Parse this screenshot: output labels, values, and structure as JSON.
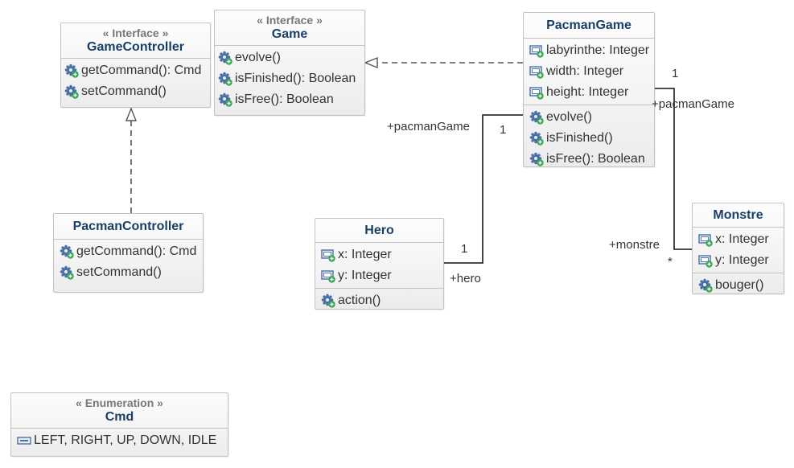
{
  "classes": {
    "game_controller": {
      "stereotype": "« Interface »",
      "name": "GameController",
      "operations": [
        "getCommand(): Cmd",
        "setCommand()"
      ]
    },
    "game": {
      "stereotype": "« Interface »",
      "name": "Game",
      "operations": [
        "evolve()",
        "isFinished(): Boolean",
        "isFree(): Boolean"
      ]
    },
    "pacman_game": {
      "name": "PacmanGame",
      "attributes": [
        "labyrinthe: Integer",
        "width: Integer",
        "height: Integer"
      ],
      "operations": [
        "evolve()",
        "isFinished()",
        "isFree(): Boolean"
      ]
    },
    "pacman_controller": {
      "name": "PacmanController",
      "operations": [
        "getCommand(): Cmd",
        "setCommand()"
      ]
    },
    "hero": {
      "name": "Hero",
      "attributes": [
        "x: Integer",
        "y: Integer"
      ],
      "operations": [
        "action()"
      ]
    },
    "monstre": {
      "name": "Monstre",
      "attributes": [
        "x: Integer",
        "y: Integer"
      ],
      "operations": [
        "bouger()"
      ]
    },
    "cmd": {
      "stereotype": "« Enumeration »",
      "name": "Cmd",
      "literals": [
        "LEFT, RIGHT, UP, DOWN, IDLE"
      ]
    }
  },
  "associations": {
    "hero_pacman": {
      "end_pacman_role": "+pacmanGame",
      "end_pacman_mult": "1",
      "end_hero_role": "+hero",
      "end_hero_mult": "1"
    },
    "monstre_pacman": {
      "end_pacman_role": "+pacmanGame",
      "end_pacman_mult": "1",
      "end_monstre_role": "+monstre",
      "end_monstre_mult": "*"
    }
  },
  "colors": {
    "class_name": "#1a3f66",
    "stereotype": "#777777",
    "border": "#c2c2c2",
    "connector": "#333333",
    "operation_icon": "#4a6fa5",
    "icon_badge": "#3aa655"
  },
  "icons": {
    "operation": "gear-plus-icon",
    "attribute": "field-plus-icon",
    "literal": "enum-literal-icon"
  }
}
